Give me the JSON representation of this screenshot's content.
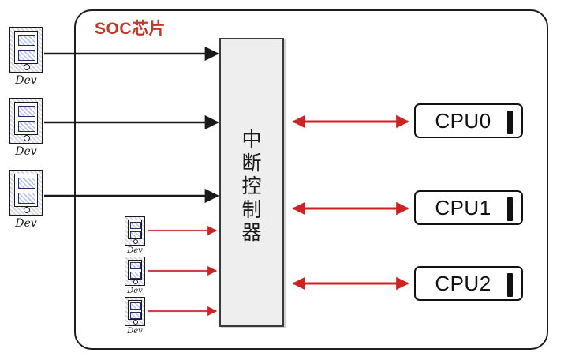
{
  "diagram": {
    "title": "SOC芯片",
    "title_color": "#c0392b",
    "controller": {
      "name": "中断控制器",
      "chars": [
        "中",
        "断",
        "控",
        "制",
        "器"
      ]
    },
    "cpus": [
      {
        "label": "CPU0"
      },
      {
        "label": "CPU1"
      },
      {
        "label": "CPU2"
      }
    ],
    "devices_external": [
      {
        "label": "Dev"
      },
      {
        "label": "Dev"
      },
      {
        "label": "Dev"
      }
    ],
    "devices_internal": [
      {
        "label": "Dev"
      },
      {
        "label": "Dev"
      },
      {
        "label": "Dev"
      }
    ],
    "colors": {
      "arrow_black": "#1a1a1a",
      "arrow_red": "#cc2222",
      "controller_fill": "#eeeeee",
      "border": "#111111"
    }
  }
}
